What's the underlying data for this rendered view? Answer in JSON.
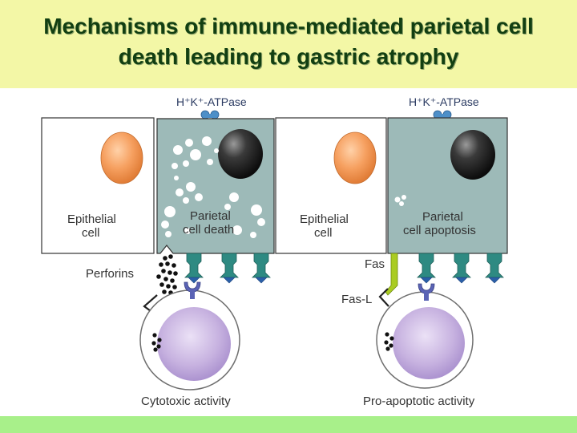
{
  "slide": {
    "title_line1": "Mechanisms of immune-mediated parietal cell",
    "title_line2": "death leading to gastric atrophy"
  },
  "diagram": {
    "left_panel": {
      "pump_label": "H⁺K⁺-ATPase",
      "epithelial_label_line1": "Epithelial",
      "epithelial_label_line2": "cell",
      "parietal_label_line1": "Parietal",
      "parietal_label_line2": "cell death",
      "perforins_label": "Perforins",
      "activity_label": "Cytotoxic activity"
    },
    "right_panel": {
      "pump_label": "H⁺K⁺-ATPase",
      "epithelial_label_line1": "Epithelial",
      "epithelial_label_line2": "cell",
      "parietal_label_line1": "Parietal",
      "parietal_label_line2": "cell apoptosis",
      "fas_label": "Fas",
      "fasl_label": "Fas-L",
      "activity_label": "Pro-apoptotic activity"
    }
  },
  "colors": {
    "title_band": "#f3f7a6",
    "title_text": "#123f12",
    "bottom_band": "#a8f08a",
    "parietal_fill": "#9dbab8",
    "epithelial_nucleus": "#f4a468",
    "lymphocyte": "#c6b1df",
    "receptor_teal": "#2e8a82",
    "fas_green": "#aacc22"
  }
}
